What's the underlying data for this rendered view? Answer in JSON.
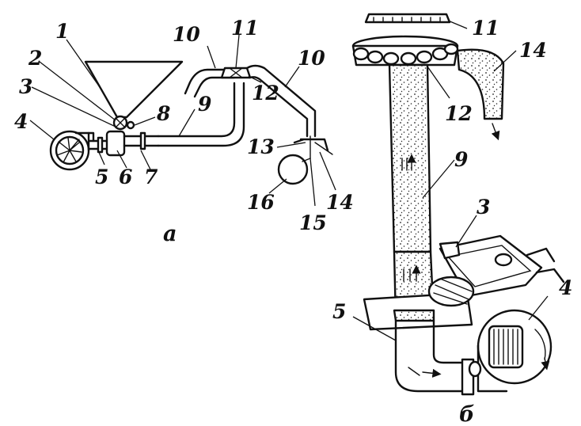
{
  "captions": {
    "a": "а",
    "b": "б"
  },
  "labels": {
    "a": [
      "1",
      "2",
      "3",
      "4",
      "5",
      "6",
      "7",
      "8",
      "9",
      "10",
      "10",
      "11",
      "12",
      "13",
      "14",
      "15",
      "16"
    ],
    "b": [
      "11",
      "14",
      "12",
      "9",
      "3",
      "4",
      "5"
    ]
  }
}
